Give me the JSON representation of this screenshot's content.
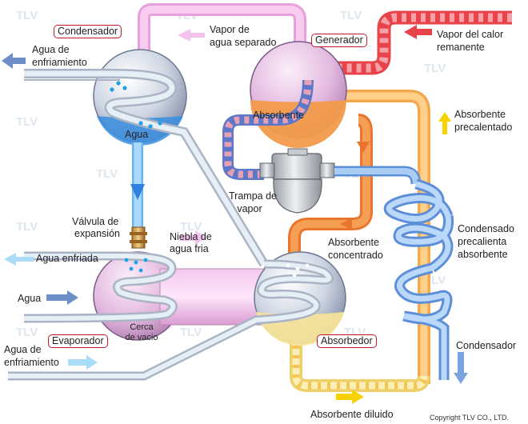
{
  "watermark": "TLV",
  "labels": {
    "condensador": "Condensador",
    "generador": "Generador",
    "evaporador": "Evaporador",
    "absorbedor": "Absorbedor",
    "vapor_separado_1": "Vapor de",
    "vapor_separado_2": "agua separado",
    "vapor_calor_1": "Vapor del calor",
    "vapor_calor_2": "remanente",
    "agua_enfriamiento_top_1": "Agua de",
    "agua_enfriamiento_top_2": "enfriamiento",
    "absorbente_gen": "Absorbente",
    "agua": "Agua",
    "absorbente_precal_1": "Absorbente",
    "absorbente_precal_2": "precalentado",
    "trampa_1": "Trampa de",
    "trampa_2": "vapor",
    "valvula_1": "Válvula de",
    "valvula_2": "expansión",
    "niebla_1": "Niebla de",
    "niebla_2": "agua fria",
    "absorbente_conc_1": "Absorbente",
    "absorbente_conc_2": "concentrado",
    "condensado_precal_1": "Condensado",
    "condensado_precal_2": "precalienta",
    "condensado_precal_3": "absorbente",
    "agua_enfriada": "Agua enfriada",
    "agua_in": "Agua",
    "cerca_1": "Cerca",
    "cerca_2": "de vacio",
    "agua_enfriamiento_bot_1": "Agua de",
    "agua_enfriamiento_bot_2": "enfriamiento",
    "condensador_out": "Condensador",
    "absorbente_diluido": "Absorbente diluido",
    "copyright": "Copyright TLV CO., LTD."
  },
  "colors": {
    "pink_pipe": "#f2b3e6",
    "red_steam": "#e8434b",
    "orange_pipe": "#f4a64a",
    "orange_dark": "#e9752e",
    "yellow_pipe": "#f5e39a",
    "blue_water": "#8dc6f2",
    "light_pipe": "#dce9f3",
    "arrow_blue": "#6f8fc8",
    "arrow_pink": "#f5c2ee",
    "arrow_yellow": "#f6d200",
    "box_border": "#c0182a"
  }
}
